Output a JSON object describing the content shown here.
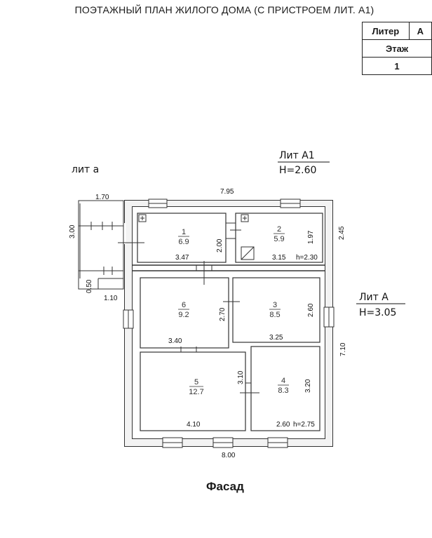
{
  "title": "ПОЭТАЖНЫЙ ПЛАН  ЖИЛОГО ДОМА (С ПРИСТРОЕМ ЛИТ. А1)",
  "info": {
    "liter_label": "Литер",
    "liter_value": "А",
    "floor_label": "Этаж",
    "floor_value": "1"
  },
  "labels": {
    "lit_a_small": "лит  а",
    "lit_a1": "Лит А1",
    "lit_a1_height": "Н=2.60",
    "lit_a": "Лит  А",
    "lit_a_height": "Н=3.05",
    "facade": "Фасад"
  },
  "rooms": [
    {
      "num": "1",
      "area": "6.9"
    },
    {
      "num": "2",
      "area": "5.9"
    },
    {
      "num": "3",
      "area": "8.5"
    },
    {
      "num": "4",
      "area": "8.3"
    },
    {
      "num": "5",
      "area": "12.7"
    },
    {
      "num": "6",
      "area": "9.2"
    }
  ],
  "dims": {
    "top_total": "7.95",
    "porch_width": "1.70",
    "porch_depth": "3.00",
    "porch_small": "0.50",
    "porch_bottom": "1.10",
    "right_a1": "2.45",
    "right_a": "7.10",
    "bottom_total": "8.00",
    "r1_width": "3.47",
    "r1_depth": "2.00",
    "r2_width": "3.15",
    "r2_depth": "1.97",
    "r2_height": "h=2.30",
    "r6_width": "3.40",
    "r6_depth": "2.70",
    "r3_width": "3.25",
    "r3_depth": "2.60",
    "r5_width": "4.10",
    "r5_depth": "3.10",
    "r4_width": "2.60",
    "r4_depth": "3.20",
    "r4_height": "h=2.75"
  }
}
